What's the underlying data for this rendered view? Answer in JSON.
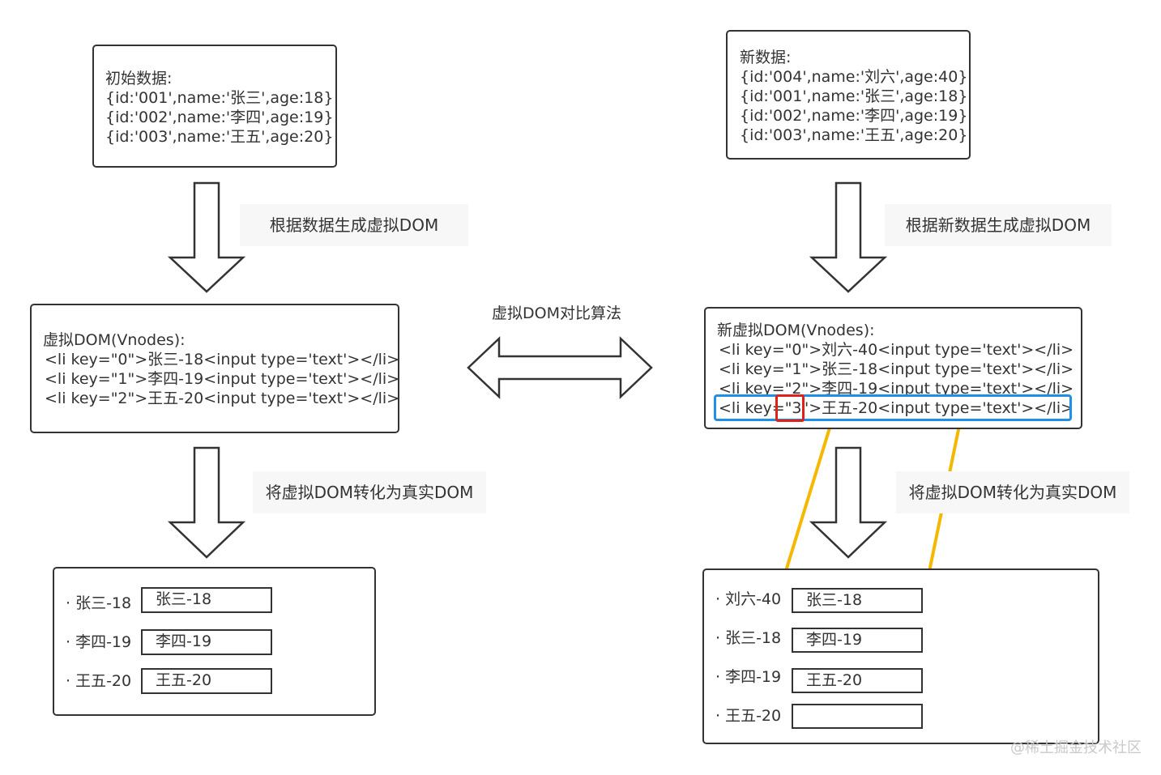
{
  "initial_data": {
    "title": "初始数据:",
    "rows": [
      "{id:'001',name:'张三',age:18}",
      "{id:'002',name:'李四',age:19}",
      "{id:'003',name:'王五',age:20}"
    ]
  },
  "new_data": {
    "title": "新数据:",
    "rows": [
      "{id:'004',name:'刘六',age:40}",
      "{id:'001',name:'张三',age:18}",
      "{id:'002',name:'李四',age:19}",
      "{id:'003',name:'王五',age:20}"
    ]
  },
  "step_labels": {
    "gen_vdom": "根据数据生成虚拟DOM",
    "gen_new_vdom": "根据新数据生成虚拟DOM",
    "to_real_left": "将虚拟DOM转化为真实DOM",
    "to_real_right": "将虚拟DOM转化为真实DOM",
    "diff": "虚拟DOM对比算法"
  },
  "vdom": {
    "title": "虚拟DOM(Vnodes):",
    "rows": [
      "<li key=\"0\">张三-18<input type='text'></li>",
      "<li key=\"1\">李四-19<input type='text'></li>",
      "<li key=\"2\">王五-20<input type='text'></li>"
    ]
  },
  "new_vdom": {
    "title": "新虚拟DOM(Vnodes):",
    "rows": [
      "<li key=\"0\">刘六-40<input type='text'></li>",
      "<li key=\"1\">张三-18<input type='text'></li>",
      "<li key=\"2\">李四-19<input type='text'></li>",
      "<li key=\"3\">王五-20<input type='text'></li>"
    ]
  },
  "real_dom_left": {
    "items": [
      {
        "label": "· 张三-18",
        "input": "张三-18"
      },
      {
        "label": "· 李四-19",
        "input": "李四-19"
      },
      {
        "label": "· 王五-20",
        "input": "王五-20"
      }
    ]
  },
  "real_dom_right": {
    "items": [
      {
        "label": "· 刘六-40",
        "input": "张三-18"
      },
      {
        "label": "· 张三-18",
        "input": "李四-19"
      },
      {
        "label": "· 李四-19",
        "input": "王五-20"
      },
      {
        "label": "· 王五-20",
        "input": ""
      }
    ]
  },
  "watermark": "@稀土掘金技术社区",
  "colors": {
    "highlight_blue": "#1e90e8",
    "highlight_red": "#e0201b",
    "arrow_yellow": "#f5b800",
    "border": "#333333"
  }
}
